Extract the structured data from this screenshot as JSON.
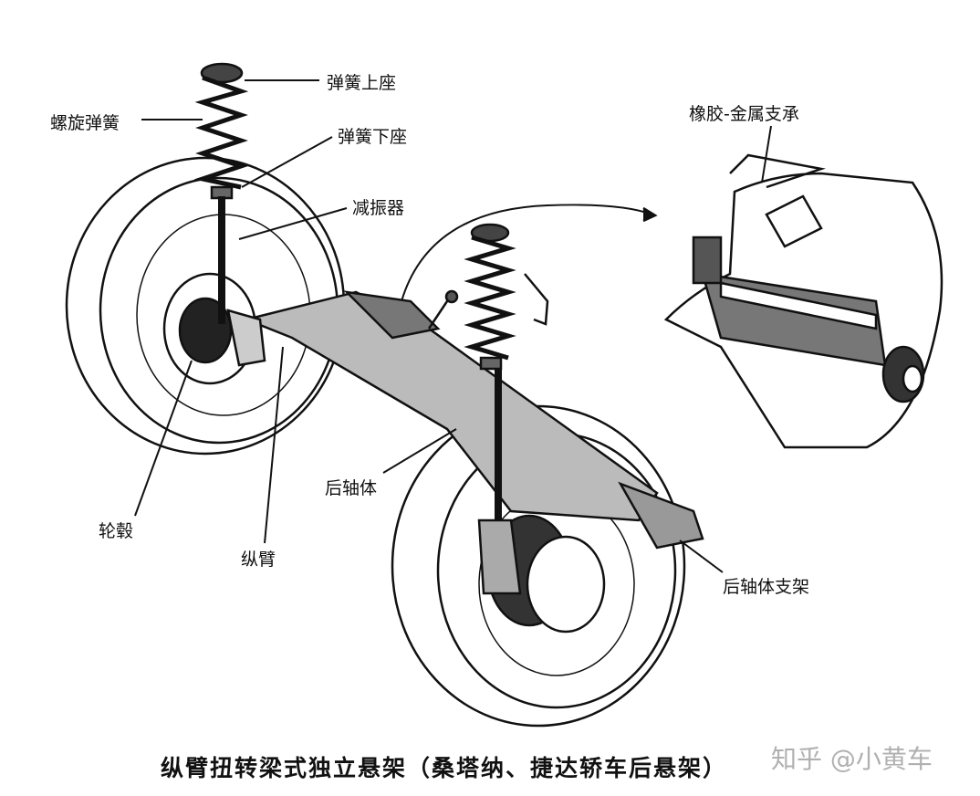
{
  "labels": {
    "spring_upper_seat": "弹簧上座",
    "coil_spring": "螺旋弹簧",
    "spring_lower_seat": "弹簧下座",
    "shock_absorber": "减振器",
    "rubber_metal_bearing": "橡胶-金属支承",
    "rear_axle_body": "后轴体",
    "wheel_hub": "轮毂",
    "trailing_arm": "纵臂",
    "rear_axle_bracket": "后轴体支架"
  },
  "caption": "纵臂扭转梁式独立悬架（桑塔纳、捷达轿车后悬架）",
  "watermark": "知乎 @小黄车"
}
